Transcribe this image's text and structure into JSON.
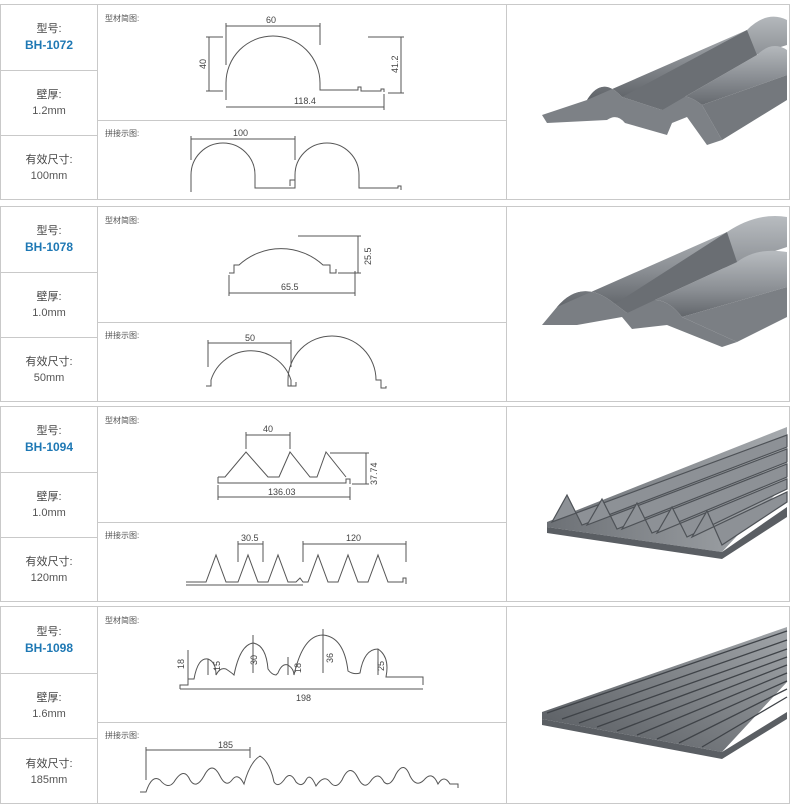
{
  "labels": {
    "model": "型号:",
    "thickness": "壁厚:",
    "width": "有效尺寸:",
    "profile": "型材简图:",
    "assembly": "拼接示图:"
  },
  "products": [
    {
      "model": "BH-1072",
      "thickness": "1.2mm",
      "width": "100mm",
      "profile_dims": [
        "60",
        "40",
        "41.2",
        "118.4"
      ],
      "assembly_dims": [
        "100"
      ]
    },
    {
      "model": "BH-1078",
      "thickness": "1.0mm",
      "width": "50mm",
      "profile_dims": [
        "25.5",
        "65.5"
      ],
      "assembly_dims": [
        "50"
      ]
    },
    {
      "model": "BH-1094",
      "thickness": "1.0mm",
      "width": "120mm",
      "profile_dims": [
        "40",
        "37.74",
        "136.03"
      ],
      "assembly_dims": [
        "30.5",
        "120"
      ]
    },
    {
      "model": "BH-1098",
      "thickness": "1.6mm",
      "width": "185mm",
      "profile_dims": [
        "18",
        "15",
        "30",
        "18",
        "36",
        "25",
        "198"
      ],
      "assembly_dims": [
        "185"
      ]
    }
  ],
  "colors": {
    "model_text": "#1e78b4",
    "border": "#c9c9c9",
    "line": "#555555",
    "metal_light": "#9ea2a7",
    "metal_dark": "#5c6066"
  }
}
